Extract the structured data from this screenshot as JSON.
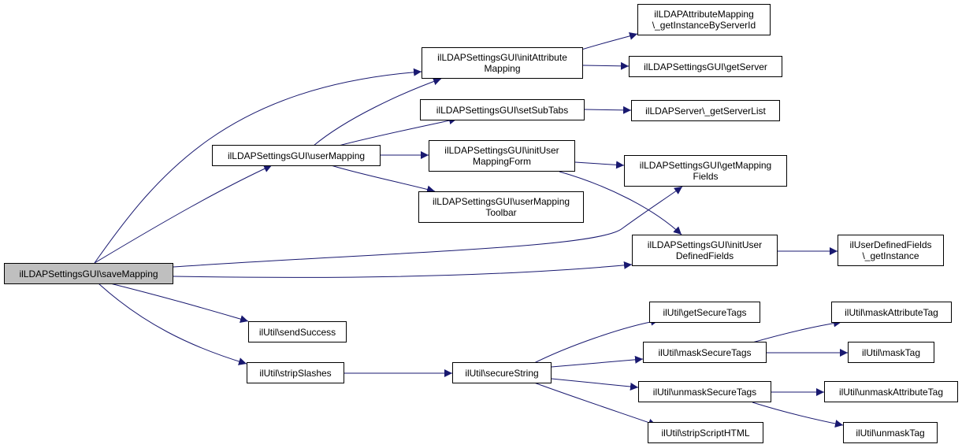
{
  "nodes": {
    "save_mapping": [
      "ilLDAPSettingsGUI\\saveMapping"
    ],
    "user_mapping": [
      "ilLDAPSettingsGUI\\userMapping"
    ],
    "init_attribute_mapping": [
      "ilLDAPSettingsGUI\\initAttribute",
      "Mapping"
    ],
    "set_sub_tabs": [
      "ilLDAPSettingsGUI\\setSubTabs"
    ],
    "init_user_mapping_form": [
      "ilLDAPSettingsGUI\\initUser",
      "MappingForm"
    ],
    "user_mapping_toolbar": [
      "ilLDAPSettingsGUI\\userMapping",
      "Toolbar"
    ],
    "get_instance_by_server_id": [
      "ilLDAPAttributeMapping",
      "\\_getInstanceByServerId"
    ],
    "get_server": [
      "ilLDAPSettingsGUI\\getServer"
    ],
    "get_server_list": [
      "ilLDAPServer\\_getServerList"
    ],
    "get_mapping_fields": [
      "ilLDAPSettingsGUI\\getMapping",
      "Fields"
    ],
    "init_user_defined_fields": [
      "ilLDAPSettingsGUI\\initUser",
      "DefinedFields"
    ],
    "user_defined_fields_get_instance": [
      "ilUserDefinedFields",
      "\\_getInstance"
    ],
    "send_success": [
      "ilUtil\\sendSuccess"
    ],
    "strip_slashes": [
      "ilUtil\\stripSlashes"
    ],
    "secure_string": [
      "ilUtil\\secureString"
    ],
    "get_secure_tags": [
      "ilUtil\\getSecureTags"
    ],
    "mask_secure_tags": [
      "ilUtil\\maskSecureTags"
    ],
    "unmask_secure_tags": [
      "ilUtil\\unmaskSecureTags"
    ],
    "strip_script_html": [
      "ilUtil\\stripScriptHTML"
    ],
    "mask_attribute_tag": [
      "ilUtil\\maskAttributeTag"
    ],
    "mask_tag": [
      "ilUtil\\maskTag"
    ],
    "unmask_attribute_tag": [
      "ilUtil\\unmaskAttributeTag"
    ],
    "unmask_tag": [
      "ilUtil\\unmaskTag"
    ]
  },
  "edges": [
    [
      "save_mapping",
      "init_attribute_mapping"
    ],
    [
      "save_mapping",
      "user_mapping"
    ],
    [
      "save_mapping",
      "get_mapping_fields"
    ],
    [
      "save_mapping",
      "init_user_defined_fields"
    ],
    [
      "save_mapping",
      "send_success"
    ],
    [
      "save_mapping",
      "strip_slashes"
    ],
    [
      "user_mapping",
      "init_attribute_mapping"
    ],
    [
      "user_mapping",
      "set_sub_tabs"
    ],
    [
      "user_mapping",
      "init_user_mapping_form"
    ],
    [
      "user_mapping",
      "user_mapping_toolbar"
    ],
    [
      "init_attribute_mapping",
      "get_instance_by_server_id"
    ],
    [
      "init_attribute_mapping",
      "get_server"
    ],
    [
      "set_sub_tabs",
      "get_server_list"
    ],
    [
      "init_user_mapping_form",
      "get_mapping_fields"
    ],
    [
      "init_user_mapping_form",
      "init_user_defined_fields"
    ],
    [
      "init_user_defined_fields",
      "user_defined_fields_get_instance"
    ],
    [
      "strip_slashes",
      "secure_string"
    ],
    [
      "secure_string",
      "get_secure_tags"
    ],
    [
      "secure_string",
      "mask_secure_tags"
    ],
    [
      "secure_string",
      "unmask_secure_tags"
    ],
    [
      "secure_string",
      "strip_script_html"
    ],
    [
      "mask_secure_tags",
      "mask_attribute_tag"
    ],
    [
      "mask_secure_tags",
      "mask_tag"
    ],
    [
      "unmask_secure_tags",
      "unmask_attribute_tag"
    ],
    [
      "unmask_secure_tags",
      "unmask_tag"
    ]
  ],
  "colors": {
    "edge": "#191970",
    "root_fill": "#bfbfbf",
    "node_fill": "#ffffff",
    "border": "#000000"
  }
}
